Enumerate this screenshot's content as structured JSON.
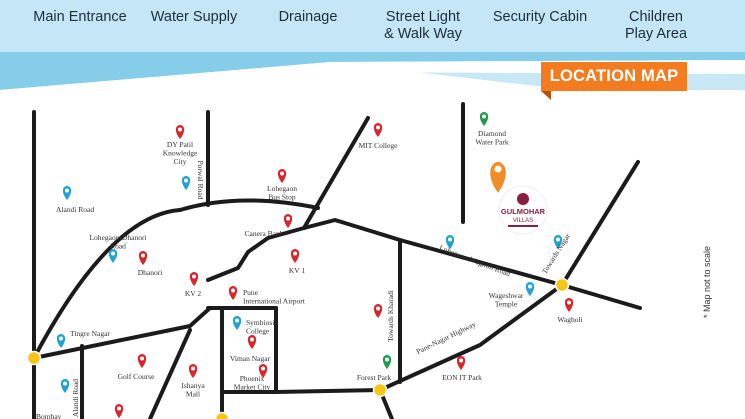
{
  "amenities": [
    {
      "label": "Main Entrance",
      "icon": "entrance-icon"
    },
    {
      "label": "Water Supply",
      "icon": "water-tap-icon"
    },
    {
      "label": "Drainage",
      "icon": "drainage-icon"
    },
    {
      "label": "Street Light\n& Walk Way",
      "icon": "street-light-icon"
    },
    {
      "label": "Security Cabin",
      "icon": "security-cabin-icon"
    },
    {
      "label": "Children\nPlay Area",
      "icon": "play-area-icon"
    }
  ],
  "map": {
    "banner_title": "LOCATION MAP",
    "disclaimer": "* Map not to scale",
    "project_logo": {
      "name": "GULMOHAR",
      "subname": "VILLAS"
    },
    "colors": {
      "banner_blue": "#bfe3f5",
      "tag_orange": "#f47c20",
      "road": "#1b1b1b",
      "junction": "#f5c518",
      "pin_red": "#d9262c",
      "pin_blue": "#1fa3d6",
      "pin_green": "#1e9b4c",
      "pin_orange": "#f28c28"
    },
    "places": [
      {
        "label": "DY Patil\nKnowledge\nCity",
        "pin": "red"
      },
      {
        "label": "MIT College",
        "pin": "red"
      },
      {
        "label": "Diamond\nWater Park",
        "pin": "green"
      },
      {
        "label": "Alandi Road",
        "pin": "blue"
      },
      {
        "label": "Porwal Road",
        "pin": "blue"
      },
      {
        "label": "Lohegaon\nBus Stop",
        "pin": "red"
      },
      {
        "label": "Canera Bank",
        "pin": "red"
      },
      {
        "label": "Lohegaon-Dhanori\nRoad",
        "pin": "blue"
      },
      {
        "label": "Dhanori",
        "pin": "red"
      },
      {
        "label": "KV 1",
        "pin": "red"
      },
      {
        "label": "KV 2",
        "pin": "red"
      },
      {
        "label": "Pune\nInternational Airport",
        "pin": "red"
      },
      {
        "label": "Tingre Nagar",
        "pin": "blue"
      },
      {
        "label": "Symbiosis\nCollege",
        "pin": "blue"
      },
      {
        "label": "Viman Nagar",
        "pin": "red"
      },
      {
        "label": "Golf Course",
        "pin": "red"
      },
      {
        "label": "Ishanya\nMall",
        "pin": "red"
      },
      {
        "label": "Phoenix\nMarket City",
        "pin": "red"
      },
      {
        "label": "Forest Park",
        "pin": "green"
      },
      {
        "label": "EON IT Park",
        "pin": "red"
      },
      {
        "label": "Wageshwar\nTemple",
        "pin": "blue"
      },
      {
        "label": "Wagholi",
        "pin": "red"
      },
      {
        "label": "Lohegaon-Wagholi Road",
        "pin": "blue"
      },
      {
        "label": "Towards Nagar",
        "pin": "blue"
      },
      {
        "label": "Towards Kharadi",
        "pin": "red"
      },
      {
        "label": "Pune-Nagar Highway",
        "pin": "red"
      },
      {
        "label": "Alandi Road",
        "pin": "blue"
      },
      {
        "label": "Bombay",
        "pin": "red"
      }
    ]
  }
}
